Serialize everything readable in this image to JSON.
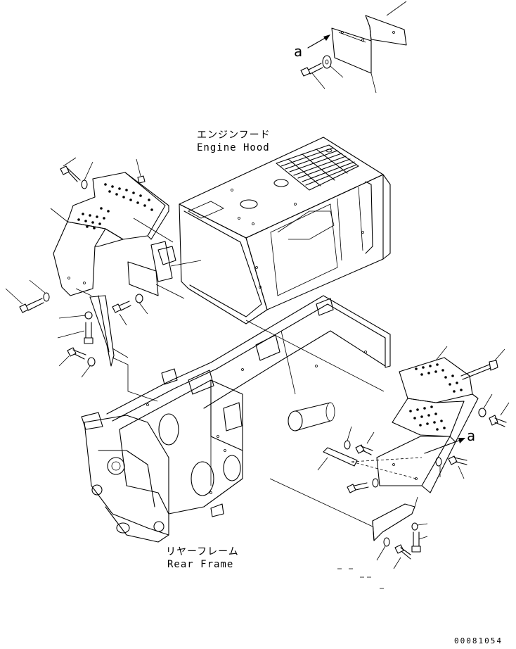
{
  "labels": {
    "engine_hood_jp": "エンジンフード",
    "engine_hood_en": "Engine Hood",
    "rear_frame_jp": "リヤーフレーム",
    "rear_frame_en": "Rear Frame",
    "ref_a_top": "a",
    "ref_a_right": "a",
    "drawing_number": "00081054"
  }
}
